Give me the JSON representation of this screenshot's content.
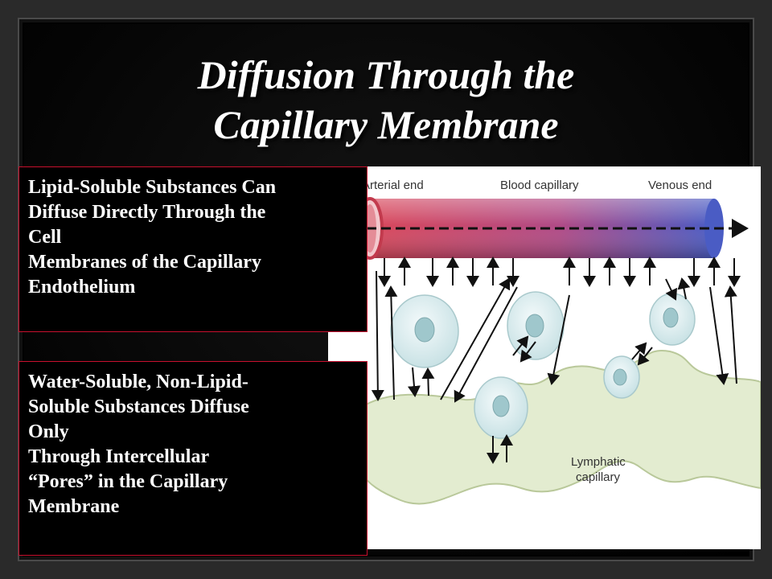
{
  "slide": {
    "title_line1": "Diffusion Through the",
    "title_line2": "Capillary Membrane"
  },
  "boxes": {
    "lipid": {
      "lines": [
        "Lipid-Soluble Substances Can",
        "Diffuse Directly Through the",
        "Cell",
        "Membranes of the Capillary",
        "Endothelium"
      ]
    },
    "water": {
      "lines": [
        "Water-Soluble, Non-Lipid-",
        "Soluble Substances Diffuse",
        "Only",
        "Through Intercellular",
        "“Pores” in the Capillary",
        "Membrane"
      ]
    }
  },
  "figure": {
    "labels": {
      "arterial_end": "Arterial end",
      "blood_capillary": "Blood capillary",
      "venous_end": "Venous end",
      "lymphatic_line1": "Lymphatic",
      "lymphatic_line2": "capillary"
    },
    "colors": {
      "arterial": "#d9475a",
      "venous": "#4a5cc4",
      "lymphatic": "#e3ecd0",
      "cell": "#dfeef0",
      "nucleus": "#9fc7cc"
    }
  }
}
